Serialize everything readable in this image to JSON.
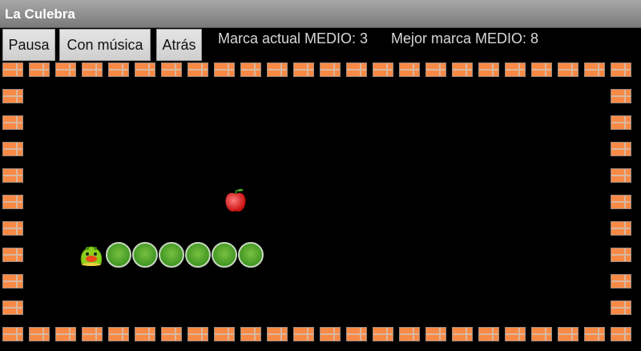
{
  "window": {
    "title": "La Culebra"
  },
  "toolbar": {
    "pause_label": "Pausa",
    "music_label": "Con música",
    "back_label": "Atrás"
  },
  "scores": {
    "current": "Marca actual MEDIO: 3",
    "best": "Mejor marca MEDIO: 8"
  },
  "game": {
    "grid_columns": 24,
    "grid_rows": 11,
    "snake_head_cell": [
      3,
      7
    ],
    "snake_body_cells": [
      [
        4,
        7
      ],
      [
        5,
        7
      ],
      [
        6,
        7
      ],
      [
        7,
        7
      ],
      [
        8,
        7
      ],
      [
        9,
        7
      ]
    ],
    "apple_cell": [
      8,
      5
    ],
    "colors": {
      "brick": "#f98a46",
      "snake": "#5aaa30",
      "apple": "#e02020",
      "background": "#000000"
    }
  }
}
